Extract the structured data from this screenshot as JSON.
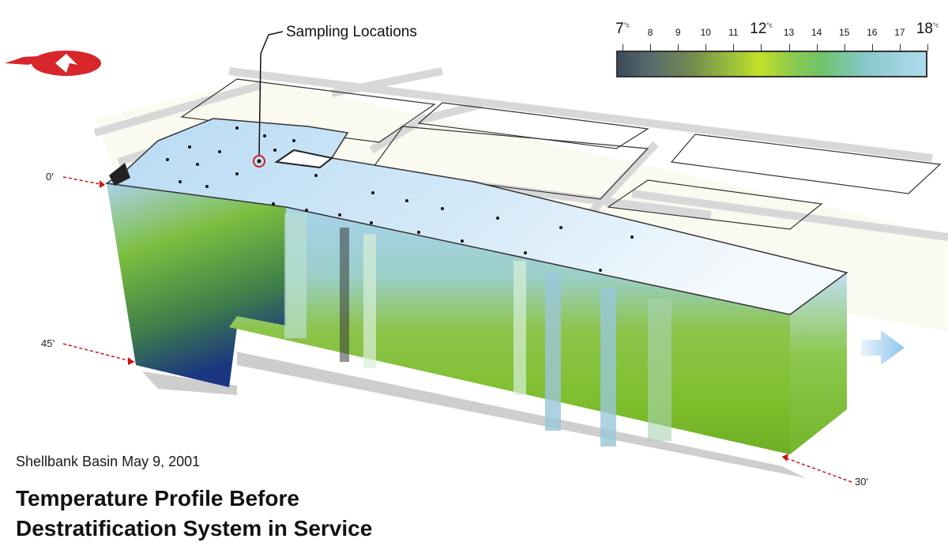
{
  "labels": {
    "sampling": "Sampling Locations",
    "subtitle": "Shellbank Basin May 9, 2001",
    "title_line1": "Temperature Profile Before",
    "title_line2": "Destratification System in Service"
  },
  "depth_markers": {
    "top": "0'",
    "left_bottom": "45'",
    "right_bottom": "30'"
  },
  "color_scale": {
    "unit": "°c",
    "ticks": [
      {
        "v": "7",
        "big": true,
        "unit": true
      },
      {
        "v": "8"
      },
      {
        "v": "9"
      },
      {
        "v": "10"
      },
      {
        "v": "11"
      },
      {
        "v": "12",
        "big": true,
        "unit": true
      },
      {
        "v": "13"
      },
      {
        "v": "14"
      },
      {
        "v": "15"
      },
      {
        "v": "16"
      },
      {
        "v": "17"
      },
      {
        "v": "18",
        "big": true,
        "unit": true
      }
    ],
    "colors": {
      "cold": "#2e3f53",
      "mid": "#c4df28",
      "warm": "#b0dcee"
    }
  },
  "colors": {
    "water_top": "#cfe6f7",
    "water_green": "#7fbf2c",
    "water_deep": "#1f3f86",
    "marker_red": "#d11f1f",
    "street_red": "#c24040"
  },
  "icons": {
    "north_arrow": "north-arrow-icon",
    "flow_arrow": "flow-direction-arrow-icon"
  }
}
